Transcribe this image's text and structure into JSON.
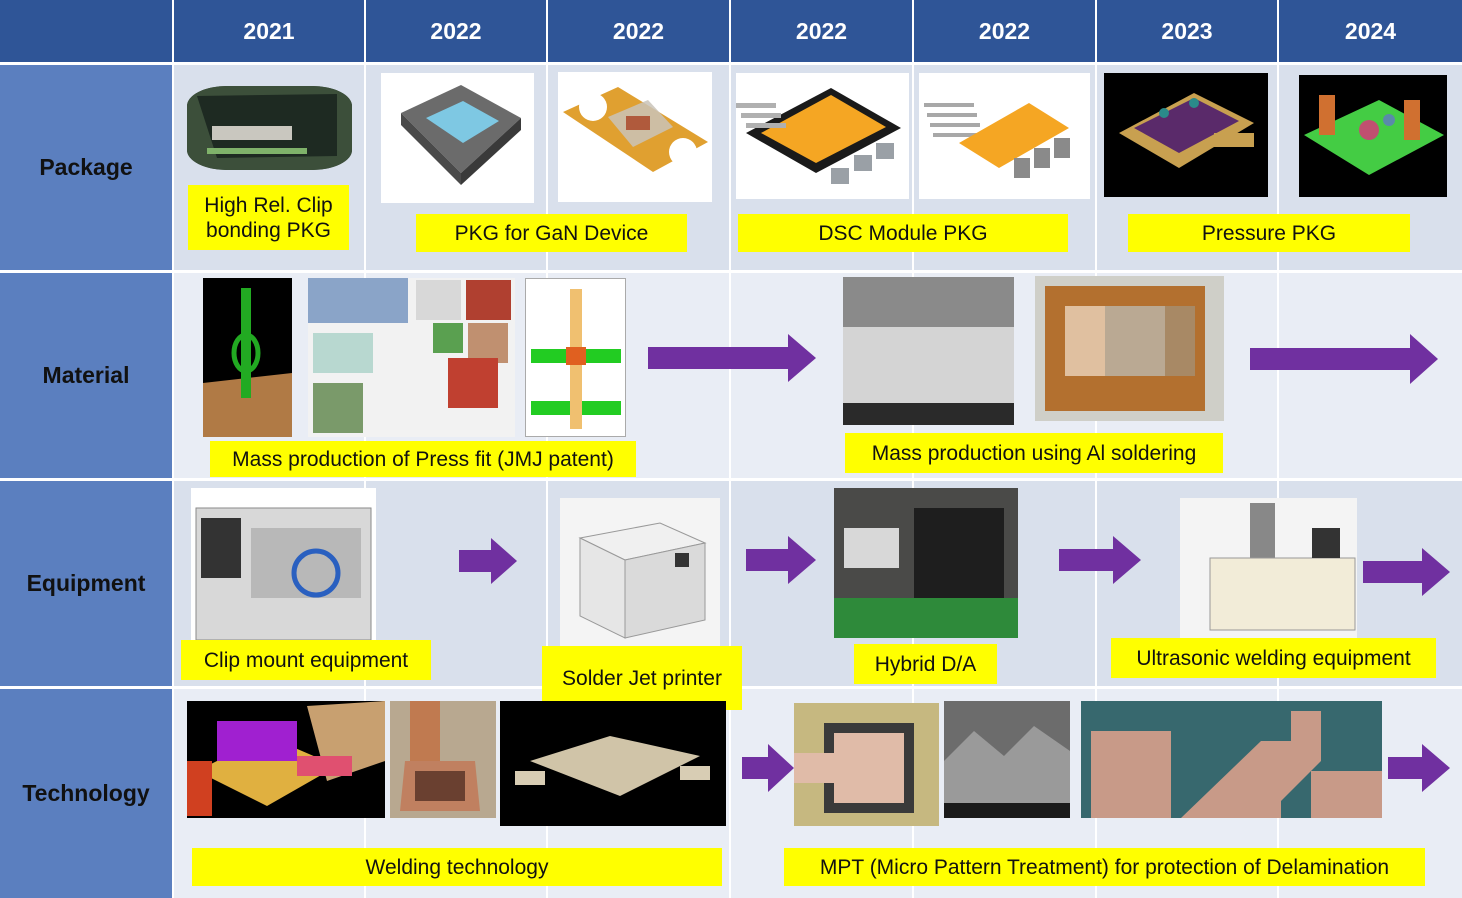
{
  "years": [
    "2021",
    "2022",
    "2022",
    "2022",
    "2022",
    "2023",
    "2024"
  ],
  "rows": {
    "package": "Package",
    "material": "Material",
    "equipment": "Equipment",
    "technology": "Technology"
  },
  "captions": {
    "clip_bonding": "High Rel. Clip bonding PKG",
    "gan": "PKG for GaN Device",
    "dsc": "DSC Module PKG",
    "pressure": "Pressure PKG",
    "press_fit": "Mass production of Press fit (JMJ patent)",
    "al_soldering": "Mass production using Al soldering",
    "clip_mount": "Clip mount equipment",
    "solder_jet": "Solder Jet printer",
    "hybrid_da": "Hybrid D/A",
    "ultrasonic": "Ultrasonic welding equipment",
    "welding": "Welding technology",
    "mpt": "MPT (Micro Pattern Treatment) for protection of Delamination"
  },
  "colors": {
    "header": "#2f5597",
    "row_label": "#5b7fbf",
    "cell": "#d9e0ec",
    "caption": "#ffff00",
    "arrow": "#7030a0"
  }
}
